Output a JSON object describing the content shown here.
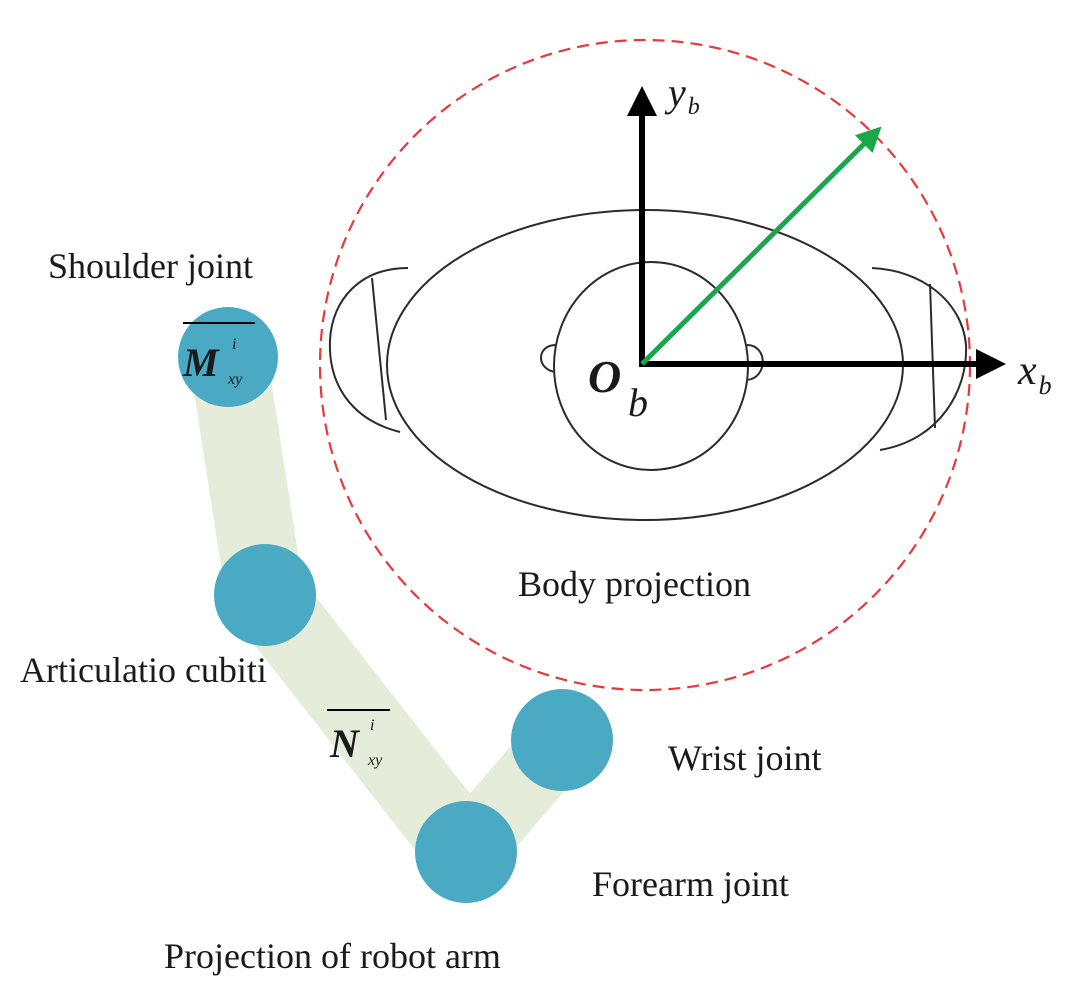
{
  "labels": {
    "shoulder_joint": "Shoulder joint",
    "articulatio_cubiti": "Articulatio cubiti",
    "wrist_joint": "Wrist joint",
    "forearm_joint": "Forearm joint",
    "projection_of_robot_arm": "Projection of robot arm",
    "body_projection": "Body projection"
  },
  "axes": {
    "y_main": "y",
    "y_sub": "b",
    "x_main": "x",
    "x_sub": "b",
    "origin_main": "O",
    "origin_sub": "b"
  },
  "symbols": {
    "m_main": "M",
    "m_sup": "i",
    "m_sub": "xy",
    "n_main": "N",
    "n_sup": "i",
    "n_sub": "xy"
  },
  "colors": {
    "joint": "#4aa9c3",
    "link": "#e5ecda",
    "vector": "#1aa64a",
    "boundary": "#e8383d",
    "outline": "#2b2b2b",
    "axis": "#000000"
  }
}
